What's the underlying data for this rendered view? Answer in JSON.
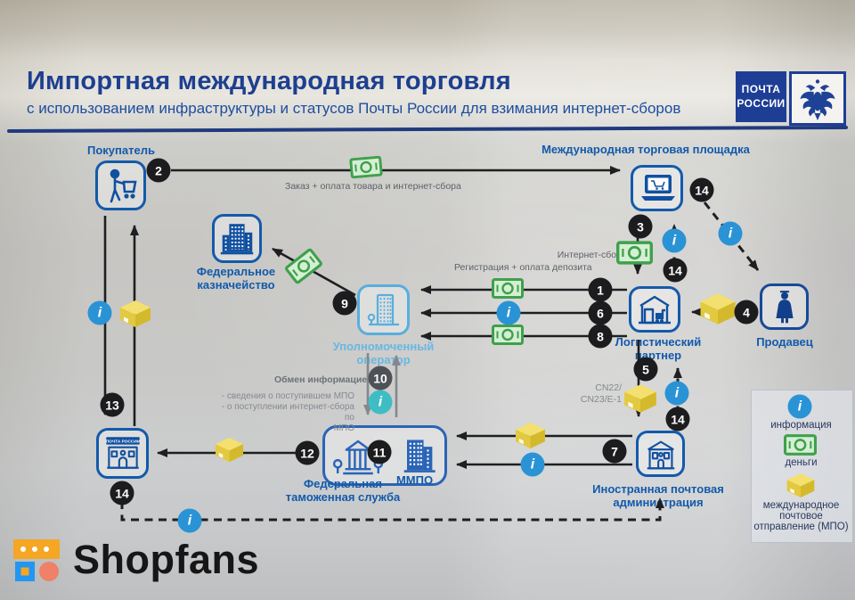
{
  "header": {
    "title": "Импортная международная торговля",
    "subtitle": "с использованием инфраструктуры и статусов Почты России для взимания интернет-сборов",
    "logo": {
      "line1": "ПОЧТА",
      "line2": "РОССИИ"
    }
  },
  "nodes": {
    "buyer": "Покупатель",
    "marketplace": "Международная торговая площадка",
    "treasury_l1": "Федеральное",
    "treasury_l2": "казначейство",
    "operator_l1": "Уполномоченный",
    "operator_l2": "оператор",
    "logistics_l1": "Логистический",
    "logistics_l2": "партнер",
    "seller": "Продавец",
    "customs_l1": "Федеральная",
    "customs_l2": "таможенная служба",
    "mmpo": "ММПО",
    "foreign_post_l1": "Иностранная почтовая",
    "foreign_post_l2": "администрация",
    "post_office_sign": "ПОЧТА РОССИИ"
  },
  "edge_labels": {
    "order": "Заказ + оплата товара и интернет-сбора",
    "internet_fee": "Интернет-сбор",
    "registration": "Регистрация + оплата депозита",
    "cn_l1": "CN22/",
    "cn_l2": "CN23/Е-1",
    "exchange_title": "Обмен информацией",
    "exchange_l1": "- сведения о поступившем МПО",
    "exchange_l2": "- о поступлении интернет-сбора по",
    "exchange_l3": "МПО"
  },
  "numbers": {
    "n1": "1",
    "n2": "2",
    "n3": "3",
    "n4": "4",
    "n5": "5",
    "n6": "6",
    "n7": "7",
    "n8": "8",
    "n9": "9",
    "n10": "10",
    "n11": "11",
    "n12": "12",
    "n13": "13",
    "n14": "14"
  },
  "glyphs": {
    "info": "i"
  },
  "legend": {
    "info": "информация",
    "money": "деньги",
    "parcel_l1": "международное",
    "parcel_l2": "почтовое",
    "parcel_l3": "отправление (МПО)"
  },
  "footer": {
    "brand": "Shopfans"
  },
  "colors": {
    "accent_blue": "#135aab",
    "light_blue": "#58aede",
    "info_blue": "#2a93d5",
    "teal": "#3fbdc5",
    "money_green": "#3fa04c",
    "parcel_yellow": "#e3c93f",
    "step_black": "#1c1c1f",
    "title_blue": "#1d3f90"
  }
}
